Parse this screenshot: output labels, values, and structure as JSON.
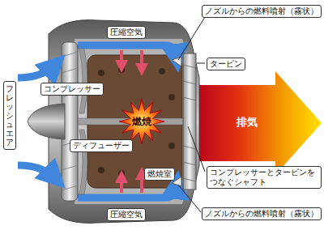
{
  "diagram": {
    "labels": [
      "フレッシュエア",
      "圧縮空気",
      "コンプレッサー",
      "ディフューザー",
      "燃焼",
      "圧縮空気",
      "燃焼室",
      "タービン",
      "ノズルからの燃料噴射（霧状）",
      "コンプレッサーとタービンを つなぐシャフト",
      "ノズルからの燃料噴射（霧状）",
      "排気"
    ]
  }
}
